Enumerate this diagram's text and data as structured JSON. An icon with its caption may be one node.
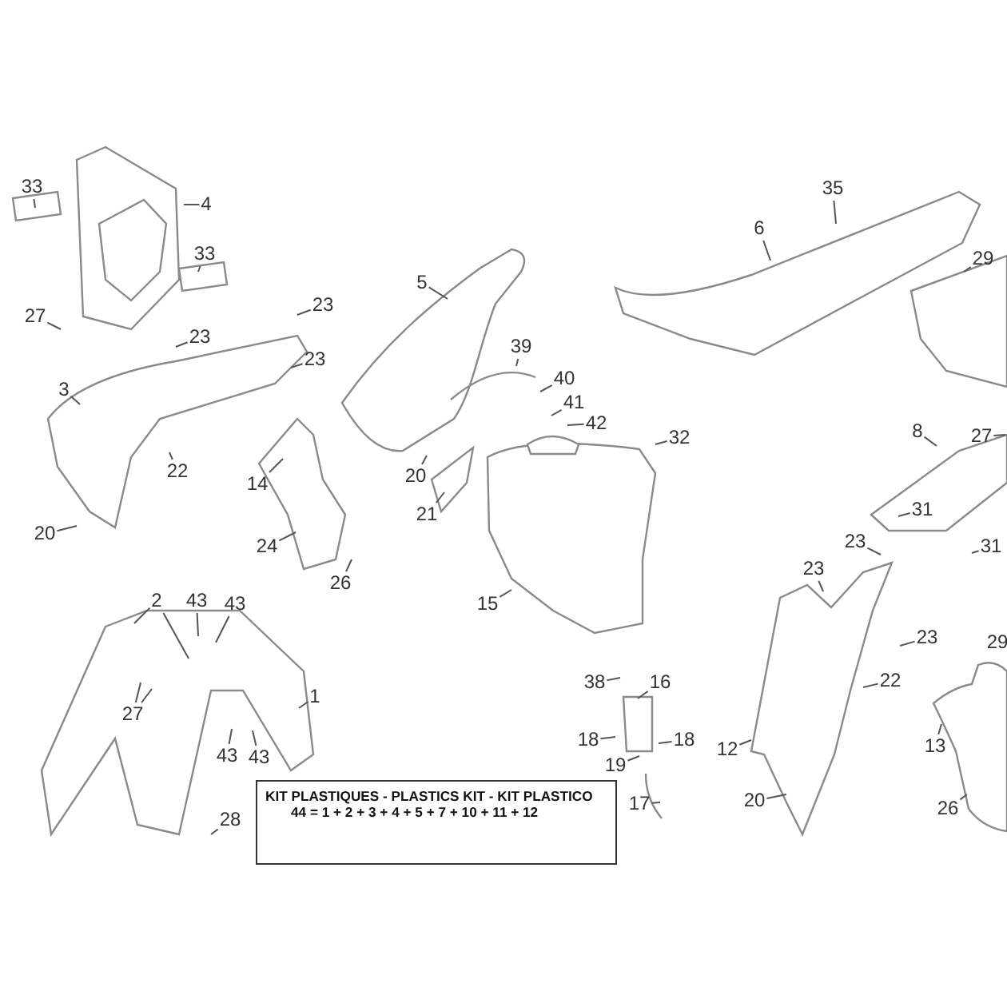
{
  "diagram": {
    "nodes": [
      {
        "text": [
          "33"
        ]
      },
      {
        "text": [
          "35"
        ]
      },
      {
        "text": [
          "4"
        ]
      },
      {
        "text": [
          "6"
        ]
      },
      {
        "text": [
          "33"
        ]
      },
      {
        "text": [
          "29"
        ]
      },
      {
        "text": [
          "5"
        ]
      },
      {
        "text": [
          "23"
        ]
      },
      {
        "text": [
          "27"
        ]
      },
      {
        "text": [
          "23"
        ]
      },
      {
        "text": [
          "39"
        ]
      },
      {
        "text": [
          "23"
        ]
      },
      {
        "text": [
          "40"
        ]
      },
      {
        "text": [
          "3"
        ]
      },
      {
        "text": [
          "41"
        ]
      },
      {
        "text": [
          "42"
        ]
      },
      {
        "text": [
          "8"
        ]
      },
      {
        "text": [
          "27"
        ]
      },
      {
        "text": [
          "32"
        ]
      },
      {
        "text": [
          "22"
        ]
      },
      {
        "text": [
          "20"
        ]
      },
      {
        "text": [
          "14"
        ]
      },
      {
        "text": [
          "31"
        ]
      },
      {
        "text": [
          "21"
        ]
      },
      {
        "text": [
          "20"
        ]
      },
      {
        "text": [
          "23"
        ]
      },
      {
        "text": [
          "24"
        ]
      },
      {
        "text": [
          "31"
        ]
      },
      {
        "text": [
          "23"
        ]
      },
      {
        "text": [
          "26"
        ]
      },
      {
        "text": [
          "2"
        ]
      },
      {
        "text": [
          "43"
        ]
      },
      {
        "text": [
          "15"
        ]
      },
      {
        "text": [
          "43"
        ]
      },
      {
        "text": [
          "23"
        ]
      },
      {
        "text": [
          "38"
        ]
      },
      {
        "text": [
          "16"
        ]
      },
      {
        "text": [
          "22"
        ]
      },
      {
        "text": [
          "1"
        ]
      },
      {
        "text": [
          "27"
        ]
      },
      {
        "text": [
          "18"
        ]
      },
      {
        "text": [
          "18"
        ]
      },
      {
        "text": [
          "12"
        ]
      },
      {
        "text": [
          "13"
        ]
      },
      {
        "text": [
          "43"
        ]
      },
      {
        "text": [
          "43"
        ]
      },
      {
        "text": [
          "19"
        ]
      },
      {
        "text": [
          "20"
        ]
      },
      {
        "text": [
          "17"
        ]
      },
      {
        "text": [
          "26"
        ]
      },
      {
        "text": [
          "28"
        ]
      },
      {
        "text": [
          "KIT PLASTIQUES - PLASTICS KIT - KIT PLASTICO",
          "44 = 1 + 2 + 3 + 4 + 5 + 7 + 10 + 11 + 12"
        ]
      }
    ],
    "edges": [
      {
        "from": 0,
        "to": null,
        "arrow": "none"
      },
      {
        "from": 1,
        "to": null,
        "arrow": "none"
      },
      {
        "from": 2,
        "to": null,
        "arrow": "none"
      },
      {
        "from": 3,
        "to": null,
        "arrow": "none"
      },
      {
        "from": 4,
        "to": null,
        "arrow": "none"
      },
      {
        "from": 5,
        "to": null,
        "arrow": "none"
      },
      {
        "from": 6,
        "to": null,
        "arrow": "none"
      },
      {
        "from": 7,
        "to": null,
        "arrow": "none"
      },
      {
        "from": 8,
        "to": null,
        "arrow": "none"
      },
      {
        "from": 9,
        "to": null,
        "arrow": "none"
      },
      {
        "from": 10,
        "to": null,
        "arrow": "none"
      },
      {
        "from": 11,
        "to": null,
        "arrow": "none"
      },
      {
        "from": 12,
        "to": null,
        "arrow": "none"
      },
      {
        "from": 13,
        "to": null,
        "arrow": "none"
      },
      {
        "from": 14,
        "to": null,
        "arrow": "none"
      },
      {
        "from": 15,
        "to": null,
        "arrow": "none"
      },
      {
        "from": 16,
        "to": null,
        "arrow": "none"
      },
      {
        "from": 17,
        "to": null,
        "arrow": "none"
      },
      {
        "from": 18,
        "to": null,
        "arrow": "none"
      },
      {
        "from": 19,
        "to": null,
        "arrow": "none"
      },
      {
        "from": 20,
        "to": null,
        "arrow": "none"
      },
      {
        "from": 21,
        "to": null,
        "arrow": "none"
      },
      {
        "from": 22,
        "to": null,
        "arrow": "none"
      },
      {
        "from": 23,
        "to": null,
        "arrow": "none"
      },
      {
        "from": 24,
        "to": null,
        "arrow": "none"
      },
      {
        "from": 25,
        "to": null,
        "arrow": "none"
      },
      {
        "from": 26,
        "to": null,
        "arrow": "none"
      },
      {
        "from": 27,
        "to": null,
        "arrow": "none"
      },
      {
        "from": 28,
        "to": null,
        "arrow": "none"
      },
      {
        "from": 29,
        "to": null,
        "arrow": "none"
      },
      {
        "from": 30,
        "to": null,
        "arrow": "none"
      },
      {
        "from": 30,
        "to": null,
        "arrow": "none"
      },
      {
        "from": 31,
        "to": null,
        "arrow": "none"
      },
      {
        "from": 32,
        "to": null,
        "arrow": "none"
      },
      {
        "from": 33,
        "to": null,
        "arrow": "none"
      },
      {
        "from": 34,
        "to": null,
        "arrow": "none"
      },
      {
        "from": 35,
        "to": null,
        "arrow": "none"
      },
      {
        "from": 36,
        "to": null,
        "arrow": "none"
      },
      {
        "from": 37,
        "to": null,
        "arrow": "none"
      },
      {
        "from": 38,
        "to": null,
        "arrow": "none"
      },
      {
        "from": 39,
        "to": null,
        "arrow": "none"
      },
      {
        "from": 39,
        "to": null,
        "arrow": "none"
      },
      {
        "from": 40,
        "to": null,
        "arrow": "none"
      },
      {
        "from": 41,
        "to": null,
        "arrow": "none"
      },
      {
        "from": 42,
        "to": null,
        "arrow": "none"
      },
      {
        "from": 43,
        "to": null,
        "arrow": "none"
      },
      {
        "from": 44,
        "to": null,
        "arrow": "none"
      },
      {
        "from": 45,
        "to": null,
        "arrow": "none"
      },
      {
        "from": 46,
        "to": null,
        "arrow": "none"
      },
      {
        "from": 47,
        "to": null,
        "arrow": "none"
      },
      {
        "from": 48,
        "to": null,
        "arrow": "none"
      },
      {
        "from": 49,
        "to": null,
        "arrow": "none"
      },
      {
        "from": 50,
        "to": null,
        "arrow": "none"
      }
    ],
    "labels": [
      "29"
    ]
  }
}
